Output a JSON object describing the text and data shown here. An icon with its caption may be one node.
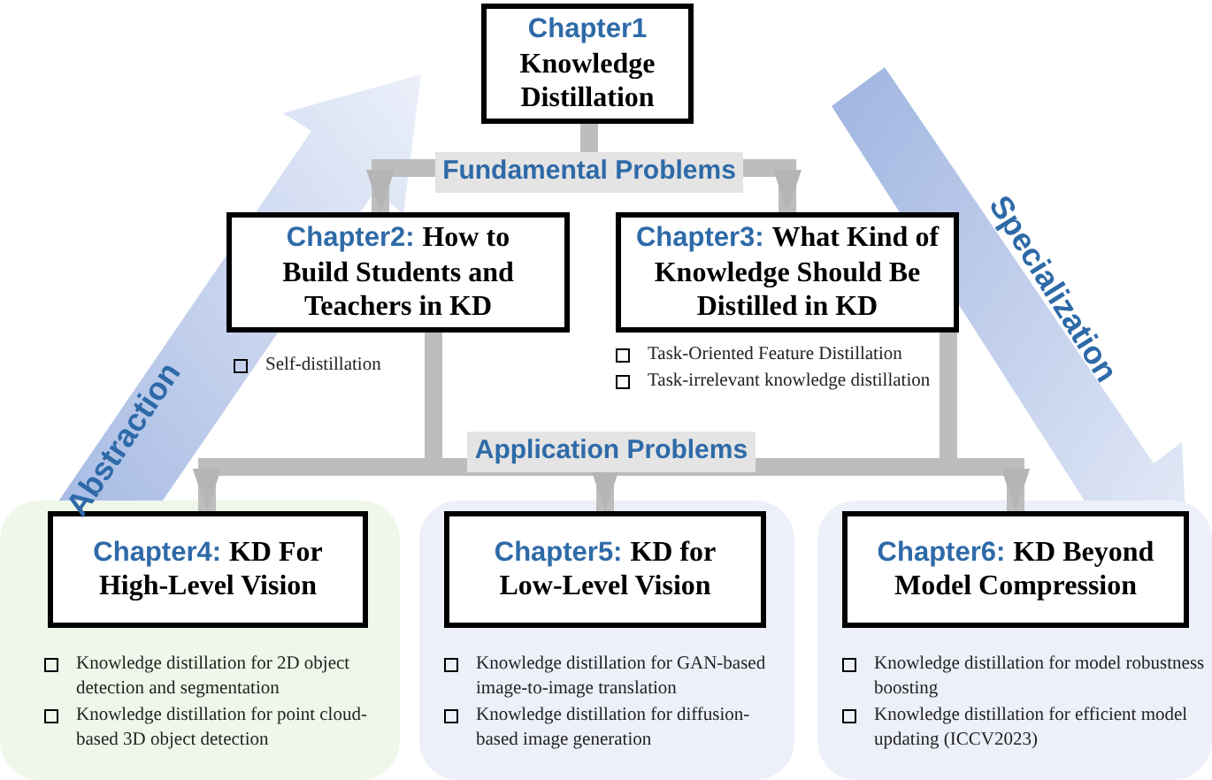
{
  "diagram": {
    "nodes": [
      {
        "text": [
          "Chapter1",
          "Knowledge Distillation"
        ]
      },
      {
        "text": [
          "Chapter2:",
          "How to Build Students and Teachers in KD"
        ],
        "beside": [
          "Self-distillation"
        ]
      },
      {
        "text": [
          "Chapter3:",
          "What Kind of Knowledge Should Be Distilled in KD"
        ],
        "beside": [
          "Task-Oriented Feature Distillation",
          "Task-irrelevant knowledge distillation"
        ]
      },
      {
        "text": [],
        "shape": "box"
      },
      {
        "text": [
          "Chapter4:",
          "KD For High-Level Vision"
        ],
        "in": 3,
        "beside": [
          "Knowledge distillation for 2D object detection and segmentation",
          "Knowledge distillation for point cloud-based 3D object detection"
        ]
      },
      {
        "text": [],
        "shape": "box"
      },
      {
        "text": [
          "Chapter5:",
          "KD for Low-Level Vision"
        ],
        "in": 5,
        "beside": [
          "Knowledge distillation for GAN-based image-to-image translation",
          "Knowledge distillation for diffusion-based image generation"
        ]
      },
      {
        "text": [],
        "shape": "box"
      },
      {
        "text": [
          "Chapter6:",
          "KD Beyond Model Compression"
        ],
        "in": 7,
        "beside": [
          "Knowledge distillation for model robustness boosting",
          "Knowledge distillation for efficient model updating (ICCV2023)"
        ]
      }
    ],
    "edges": [
      {
        "from": 0,
        "to": 1,
        "arrow": "to"
      },
      {
        "from": 0,
        "to": 2,
        "arrow": "to"
      },
      {
        "from": 1,
        "to": 4,
        "arrow": "to"
      },
      {
        "from": 1,
        "to": 6,
        "arrow": "to"
      },
      {
        "from": 1,
        "to": 8,
        "arrow": "to"
      },
      {
        "from": 2,
        "to": 4,
        "arrow": "to"
      },
      {
        "from": 2,
        "to": 6,
        "arrow": "to"
      },
      {
        "from": 2,
        "to": 8,
        "arrow": "to"
      }
    ],
    "labels": [
      "Fundamental Problems",
      "Specialization",
      "Abstraction",
      "Application Problems"
    ]
  }
}
